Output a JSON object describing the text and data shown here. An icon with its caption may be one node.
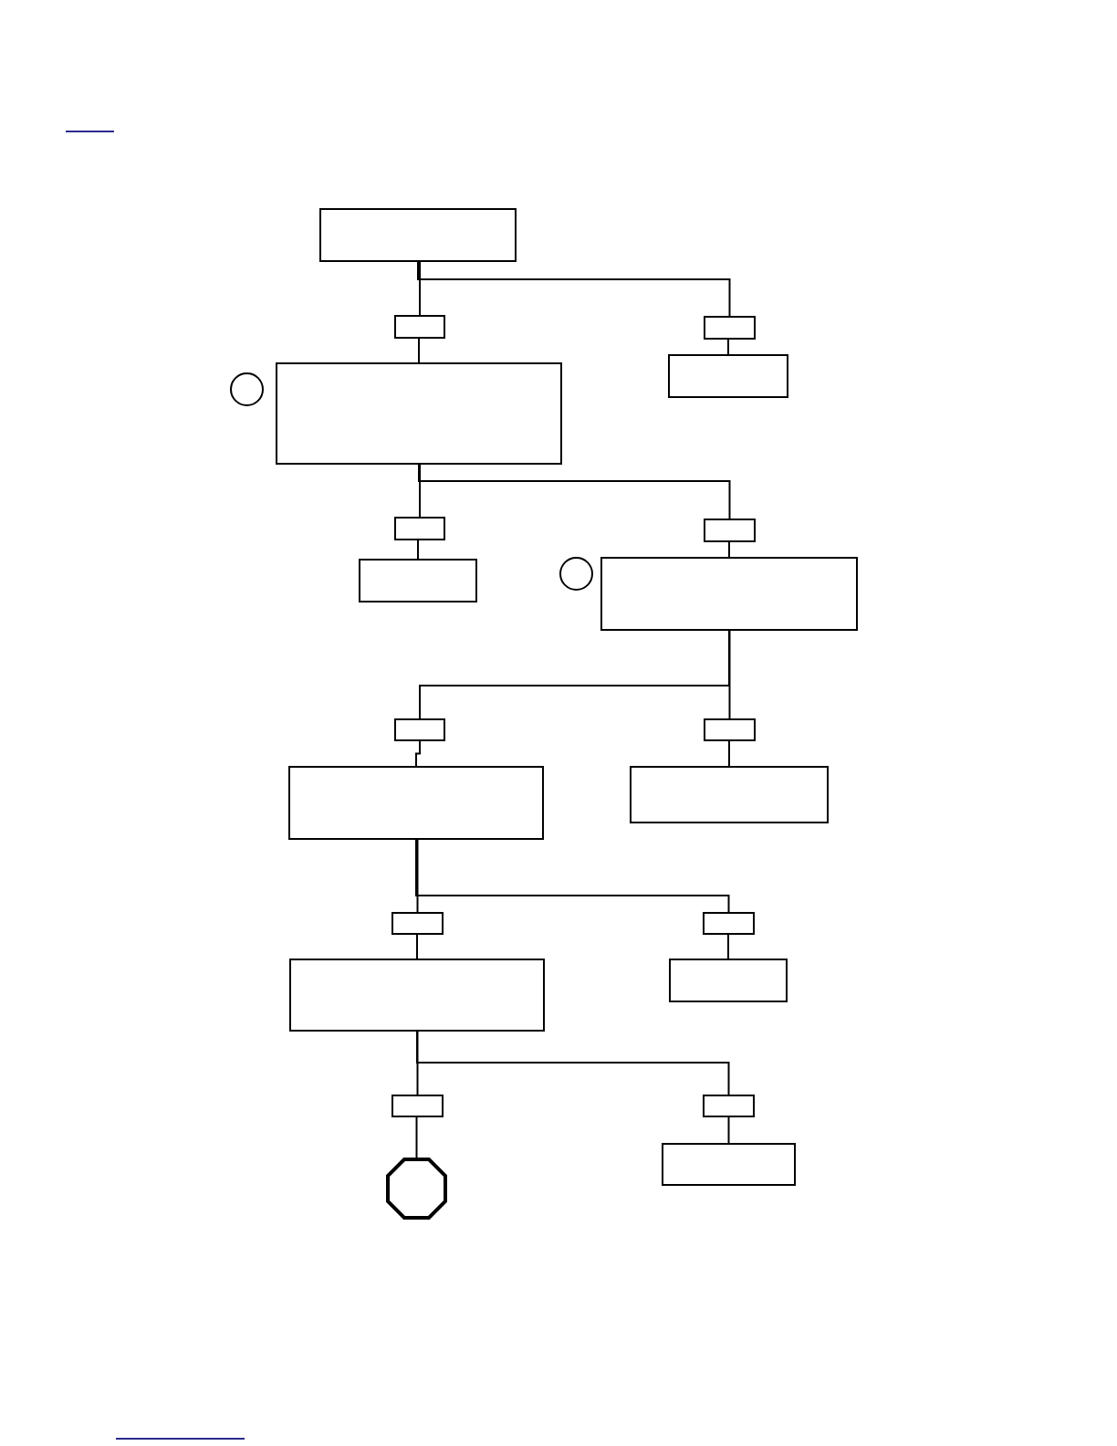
{
  "diagram": {
    "nodes": [
      {
        "text": [],
        "shape": "box"
      },
      {
        "text": [],
        "shape": "box"
      },
      {
        "text": [],
        "shape": "box"
      },
      {
        "text": [],
        "shape": "circle"
      },
      {
        "text": [],
        "shape": "box"
      },
      {
        "text": [],
        "shape": "box"
      },
      {
        "text": [],
        "shape": "box"
      },
      {
        "text": [],
        "shape": "box"
      },
      {
        "text": [],
        "shape": "box"
      },
      {
        "text": [],
        "shape": "circle"
      },
      {
        "text": [],
        "shape": "box"
      },
      {
        "text": [],
        "shape": "box"
      },
      {
        "text": [],
        "shape": "box"
      },
      {
        "text": [],
        "shape": "box"
      },
      {
        "text": [],
        "shape": "box"
      },
      {
        "text": [],
        "shape": "box"
      },
      {
        "text": [],
        "shape": "box"
      },
      {
        "text": [],
        "shape": "box"
      },
      {
        "text": [],
        "shape": "box"
      },
      {
        "text": [],
        "shape": "box"
      },
      {
        "text": [],
        "shape": "box"
      },
      {
        "text": [],
        "shape": "octagon"
      },
      {
        "text": [],
        "shape": "box"
      }
    ],
    "edges": [
      {
        "from": 0,
        "to": 1,
        "arrow": "none"
      },
      {
        "from": 0,
        "to": 2,
        "arrow": "none"
      },
      {
        "from": 1,
        "to": 4,
        "arrow": "none"
      },
      {
        "from": 2,
        "to": 5,
        "arrow": "none"
      },
      {
        "from": 4,
        "to": 6,
        "arrow": "none"
      },
      {
        "from": 4,
        "to": 7,
        "arrow": "none"
      },
      {
        "from": 6,
        "to": 8,
        "arrow": "none"
      },
      {
        "from": 7,
        "to": 10,
        "arrow": "none"
      },
      {
        "from": 10,
        "to": 11,
        "arrow": "none"
      },
      {
        "from": 10,
        "to": 12,
        "arrow": "none"
      },
      {
        "from": 11,
        "to": 13,
        "arrow": "none"
      },
      {
        "from": 12,
        "to": 14,
        "arrow": "none"
      },
      {
        "from": 13,
        "to": 15,
        "arrow": "none"
      },
      {
        "from": 13,
        "to": 16,
        "arrow": "none"
      },
      {
        "from": 15,
        "to": 17,
        "arrow": "none"
      },
      {
        "from": 16,
        "to": 18,
        "arrow": "none"
      },
      {
        "from": 17,
        "to": 19,
        "arrow": "none"
      },
      {
        "from": 17,
        "to": 20,
        "arrow": "none"
      },
      {
        "from": 19,
        "to": 21,
        "arrow": "none"
      },
      {
        "from": 20,
        "to": 22,
        "arrow": "none"
      }
    ]
  }
}
